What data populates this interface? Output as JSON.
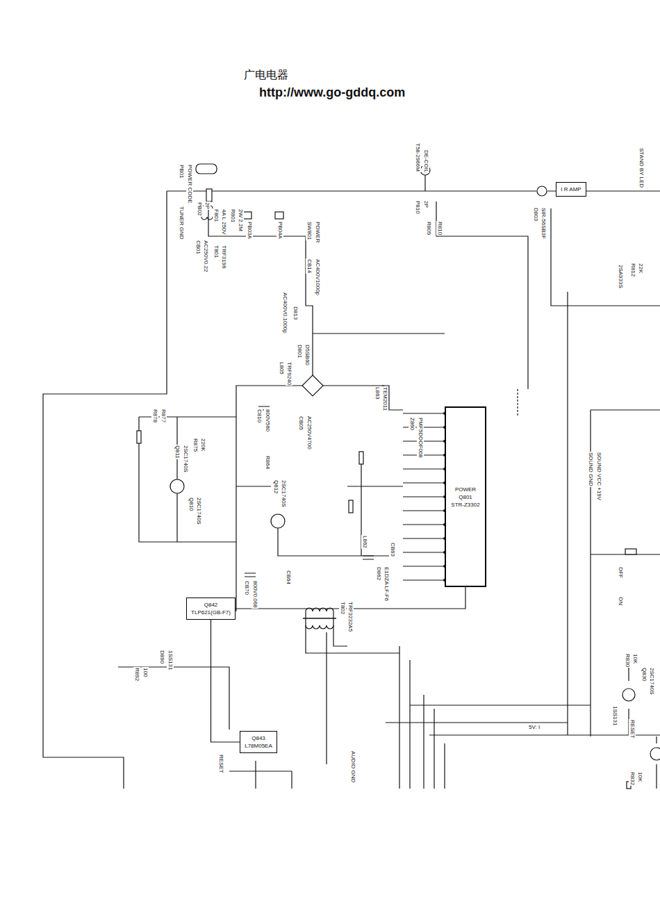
{
  "diagram": {
    "nodes": [
      {
        "text": [
          "POWER",
          "Q801",
          "STR-Z3302"
        ]
      },
      {
        "text": [
          "Q843",
          "L78M05EA"
        ]
      },
      {
        "text": [
          "I R AMP"
        ]
      },
      {
        "text": [
          "Q842",
          "TLP621(GB-F7)"
        ]
      }
    ],
    "edges": [
      {
        "from": 3,
        "to": 0,
        "arrow": "none"
      },
      {
        "from": 1,
        "to": 3,
        "arrow": "none"
      }
    ],
    "labels": [
      "广电电器",
      "http://www.go-gddq.com",
      "PB01",
      "POWER CODE",
      "TUNER GND",
      "PB02",
      "2P",
      "F801",
      "4A L 250V",
      "R801",
      "2W 2.2M",
      "CB01",
      "AC250V0.22",
      "T801",
      "TRF3196",
      "PB03A",
      "PB04A",
      "SW801",
      "POWER",
      "CB14",
      "AC400V1000p",
      "AC400V0.1000p",
      "D813",
      "T58-2966M",
      "DE-COIL",
      "P810",
      "2P",
      "R809",
      "R810",
      "D803",
      "SIR-56SB3F",
      "STAND BY LED",
      "2SA933S",
      "R812",
      "22K",
      "L805",
      "TRF9240",
      "D801",
      "D5SB60",
      "CB05",
      "AC250V4700",
      "L863",
      "TEM2011",
      "Z860",
      "PMF5DOOF008",
      "R878",
      "R877",
      "Q811",
      "2SC1740S",
      "R875",
      "220K",
      "Q810",
      "2SC1740S",
      "C810",
      "800V560",
      "R864",
      "Q812",
      "2SC1740S",
      "L862",
      "CB63",
      "D862",
      "E1DZA LF-F6",
      "CB64",
      "CB70",
      "800V0.068",
      "T802",
      "TRF3232A5",
      "D890",
      "1SS131",
      "R892",
      "100",
      "RESET",
      "AUDIO GND",
      "5V: I",
      "SOUND GND",
      "SOUND VCC +19V",
      "OFF",
      "ON",
      "R830",
      "10K",
      "Q830",
      "2SC1740S",
      "1SS131",
      "RESET",
      "R832",
      "10K"
    ]
  }
}
